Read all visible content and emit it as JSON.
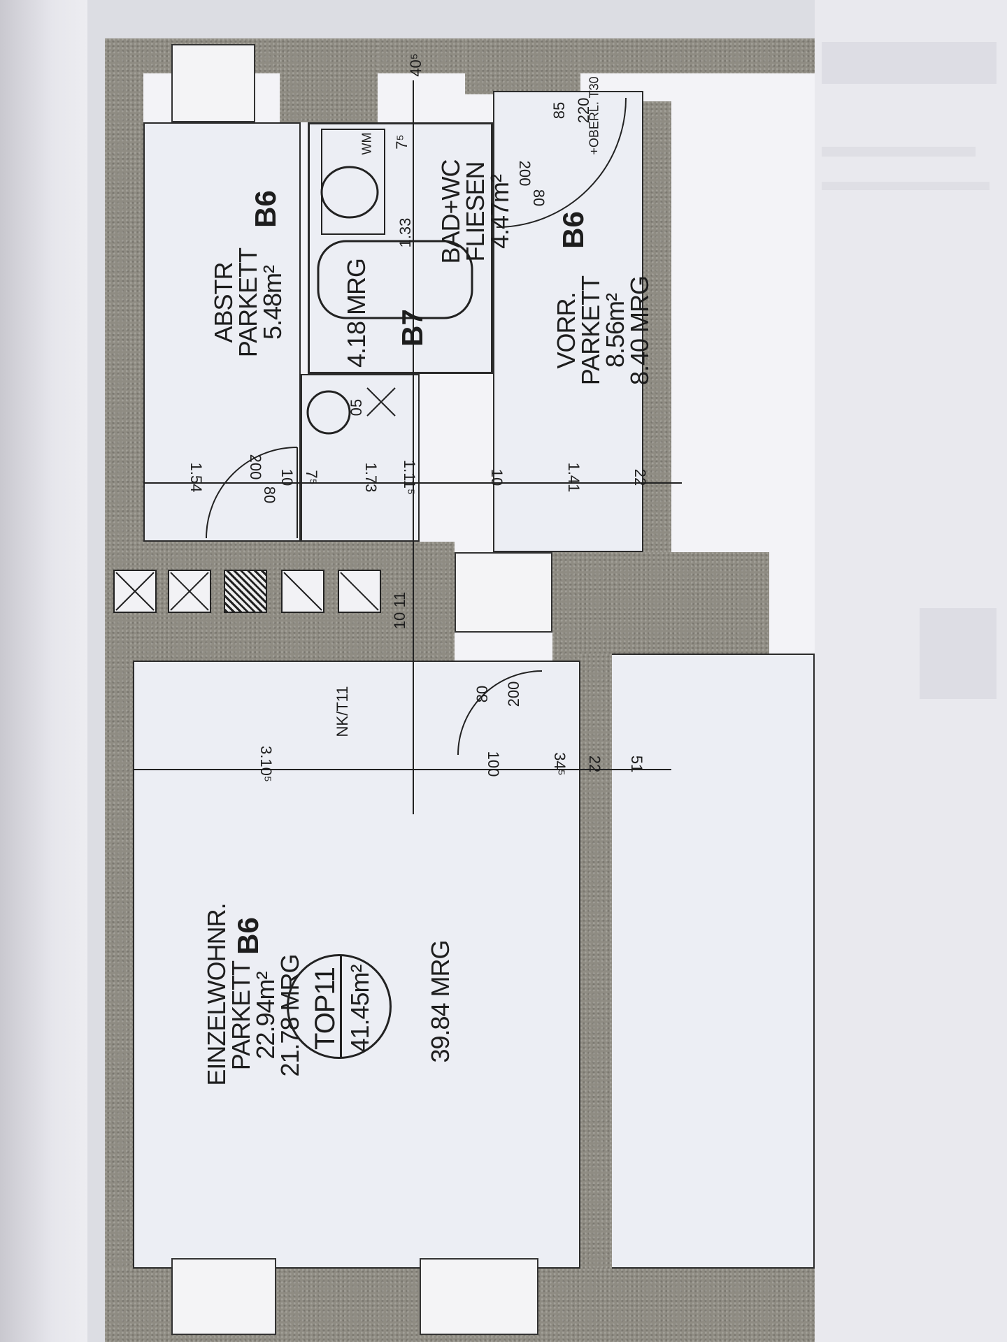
{
  "plan": {
    "rooms": {
      "abstr": {
        "name": "ABSTR",
        "floor": "PARKETT",
        "area": "5.48m²",
        "category": "B6"
      },
      "bad": {
        "name": "BAD+WC",
        "floor": "FLIESEN",
        "area": "4.47m²",
        "tub_label": "4.18 MRG",
        "category": "B7"
      },
      "vorr": {
        "name": "VORR.",
        "floor": "PARKETT",
        "area": "8.56m²",
        "mrg": "8.40 MRG",
        "category": "B6"
      },
      "einzel": {
        "name": "EINZELWOHNR.",
        "floor": "PARKETT",
        "area": "22.94m²",
        "mrg": "21.78 MRG",
        "category": "B6"
      }
    },
    "top": {
      "label": "TOP11",
      "area": "41.45m²",
      "mrg": "39.84 MRG"
    },
    "dims": {
      "d154": "1.54",
      "d10a": "10",
      "d75": "7⁵",
      "d173": "1.73",
      "d111": "1.11⁵",
      "d10b": "10",
      "d141": "1.41",
      "d22a": "22",
      "d310": "3.10⁵",
      "d100": "100",
      "d34": "34⁵",
      "d22b": "22",
      "d51": "51",
      "d10c": "10",
      "d11": "11",
      "d133": "1.33",
      "d40": "40⁵",
      "d75b": "7⁵",
      "d05": "05"
    },
    "doors": {
      "door1_w": "80",
      "door1_h": "200",
      "door2_w": "80",
      "door2_h": "200",
      "door3_w": "80",
      "door3_h": "200",
      "door4_a": "85",
      "door4_b": "220",
      "door4_c": "+OBERL. T30"
    },
    "niche": "NK/T11",
    "wm": "WM"
  }
}
